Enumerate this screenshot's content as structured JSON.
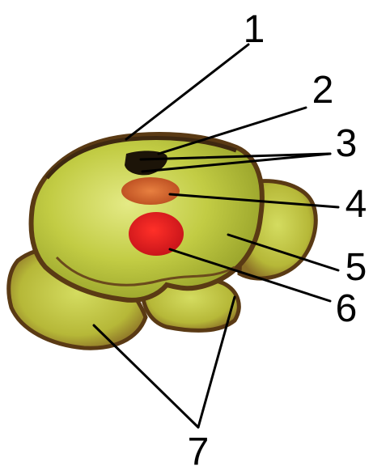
{
  "labels": {
    "l1": "1",
    "l2": "2",
    "l3": "3",
    "l4": "4",
    "l5": "5",
    "l6": "6",
    "l7": "7"
  },
  "colors": {
    "outline": "#5a3a14",
    "ring": "#8a6424",
    "body": "#b8c43c",
    "body_light": "#d8e070",
    "shell": "#c9b448",
    "dark_spot": "#1c1408",
    "red_spot": "#e0201c",
    "orange_spot": "#d8602a",
    "line": "#000000"
  }
}
